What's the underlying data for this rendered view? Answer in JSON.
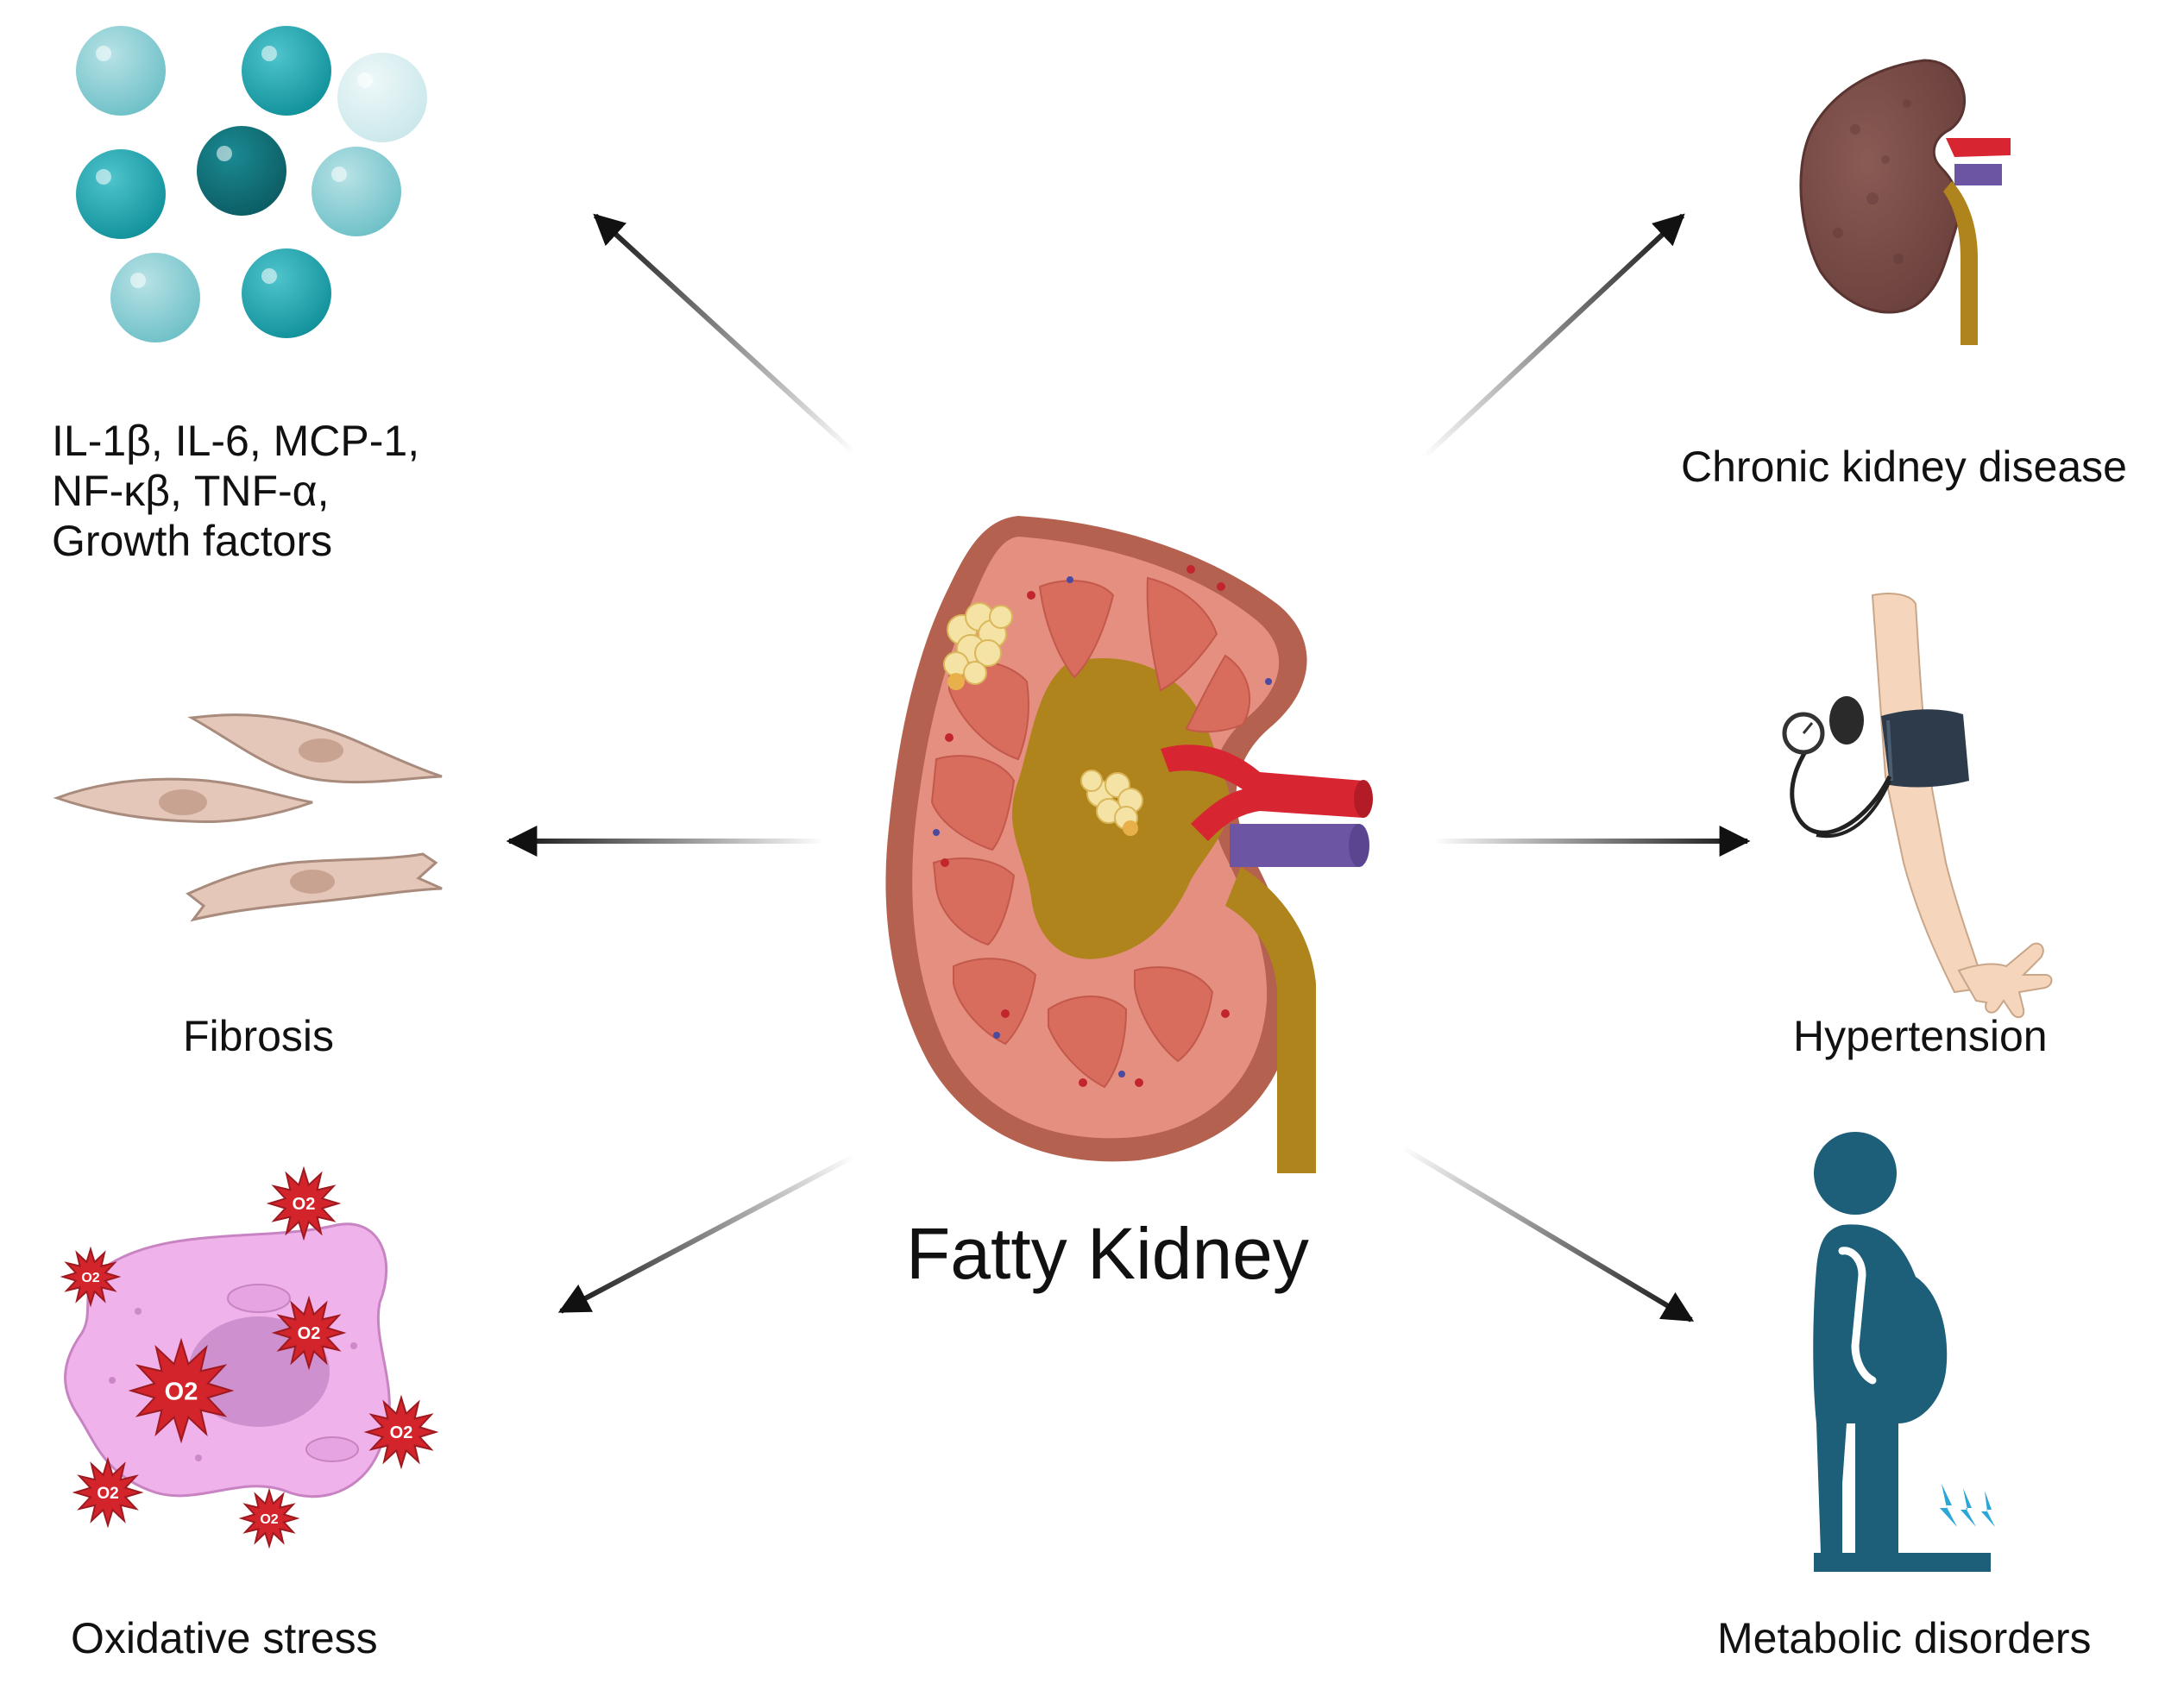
{
  "center": {
    "title": "Fatty Kidney"
  },
  "outcomes": {
    "inflammation": {
      "lines": [
        "IL-1β, IL-6, MCP-1,",
        "NF-κβ, TNF-α,",
        "Growth factors"
      ]
    },
    "fibrosis": {
      "label": "Fibrosis"
    },
    "oxidative": {
      "label": "Oxidative stress",
      "radical_label": "O2"
    },
    "ckd": {
      "label": "Chronic kidney disease"
    },
    "hypertension": {
      "label": "Hypertension"
    },
    "metabolic": {
      "label": "Metabolic disorders"
    }
  },
  "colors": {
    "teal_dark": "#0f6f78",
    "teal_mid": "#139ea8",
    "teal_light": "#7fc9cf",
    "kidney_cortex": "#e58f80",
    "kidney_capsule": "#b4614f",
    "kidney_pelvis": "#b0841c",
    "artery": "#d72632",
    "vein": "#6c55a3",
    "fibroblast": "#e4c7b8",
    "cell_pink": "#f0b2ea",
    "radical_red": "#d3242c",
    "person_navy": "#1d5e78",
    "skin": "#f5d6bd"
  }
}
